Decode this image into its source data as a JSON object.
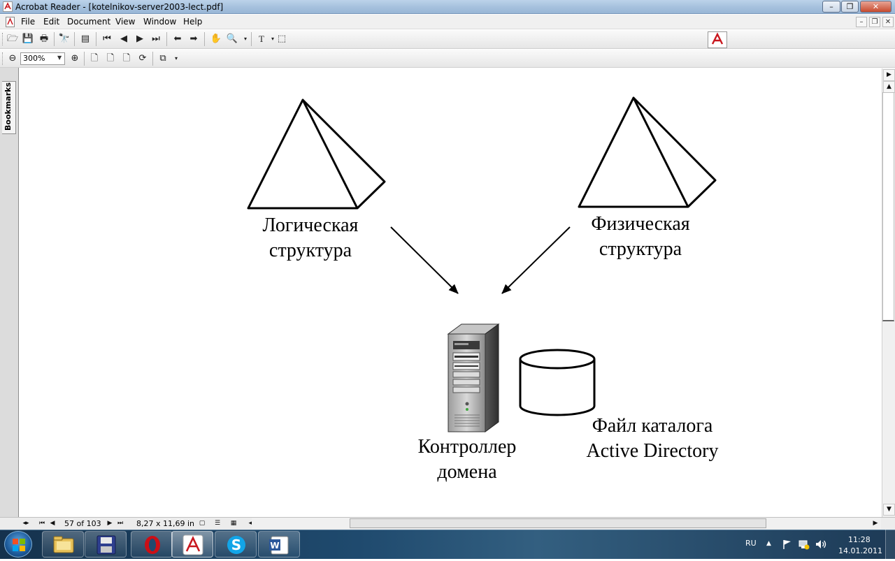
{
  "window": {
    "title": "Acrobat Reader - [kotelnikov-server2003-lect.pdf]",
    "controls": {
      "minimize": "–",
      "restore": "❐",
      "close": "✕"
    }
  },
  "menubar": {
    "items": [
      "File",
      "Edit",
      "Document",
      "View",
      "Window",
      "Help"
    ],
    "doc_controls": {
      "minimize": "–",
      "restore": "❐",
      "close": "✕"
    }
  },
  "toolbar": {
    "zoom_value": "300%"
  },
  "sidepanel": {
    "tab_label": "Bookmarks"
  },
  "document": {
    "logical_label_line1": "Логическая",
    "logical_label_line2": "структура",
    "physical_label_line1": "Физическая",
    "physical_label_line2": "структура",
    "controller_label_line1": "Контроллер",
    "controller_label_line2": "домена",
    "catalog_label_line1": "Файл каталога",
    "catalog_label_line2": "Active Directory"
  },
  "statusbar": {
    "page_indicator": "57 of 103",
    "page_size": "8,27 x 11,69 in"
  },
  "taskbar": {
    "language": "RU",
    "time": "11:28",
    "date": "14.01.2011",
    "apps": [
      "file-explorer-icon",
      "save-floppy-icon",
      "opera-icon",
      "acrobat-reader-icon",
      "skype-icon",
      "word-icon"
    ]
  },
  "colors": {
    "acrobat_red": "#c8171e",
    "titlebar": "#a7c2de",
    "taskbar": "#1f4a6e"
  }
}
